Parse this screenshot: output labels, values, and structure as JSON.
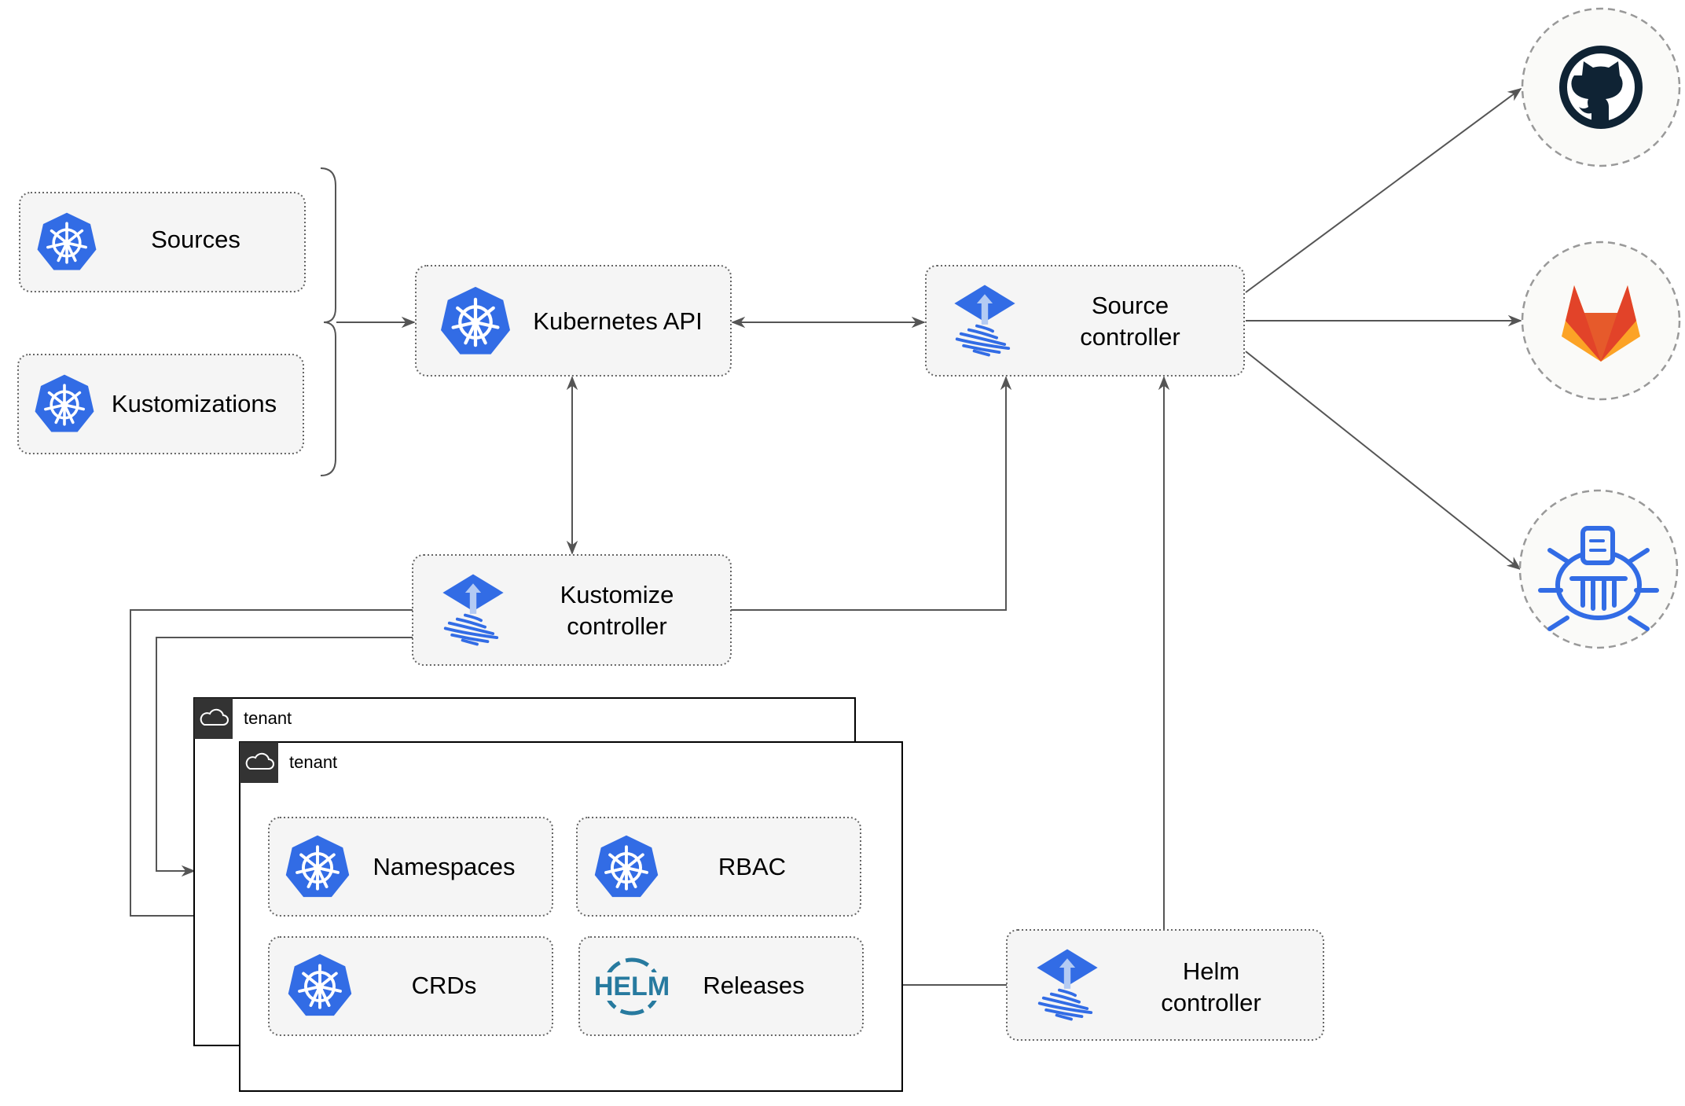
{
  "diagram": {
    "inputs": [
      {
        "label": "Sources"
      },
      {
        "label": "Kustomizations"
      }
    ],
    "kubernetes_api": {
      "label": "Kubernetes API"
    },
    "source_controller": {
      "line1": "Source",
      "line2": "controller"
    },
    "kustomize_controller": {
      "line1": "Kustomize",
      "line2": "controller"
    },
    "helm_controller": {
      "line1": "Helm",
      "line2": "controller"
    },
    "tenants": [
      {
        "label": "tenant"
      },
      {
        "label": "tenant"
      }
    ],
    "tenant_resources": [
      {
        "label": "Namespaces",
        "icon": "kubernetes-icon"
      },
      {
        "label": "RBAC",
        "icon": "kubernetes-icon"
      },
      {
        "label": "CRDs",
        "icon": "kubernetes-icon"
      },
      {
        "label": "Releases",
        "icon": "helm-icon"
      }
    ],
    "helm_logo_text": "HELM",
    "repositories": [
      {
        "icon": "github-icon"
      },
      {
        "icon": "gitlab-icon"
      },
      {
        "icon": "helm-repository-icon"
      }
    ],
    "colors": {
      "kubernetes_blue": "#326ce5",
      "helm_teal": "#277a9f",
      "gitlab_orange": "#e24329",
      "github_dark": "#0f2334"
    }
  }
}
